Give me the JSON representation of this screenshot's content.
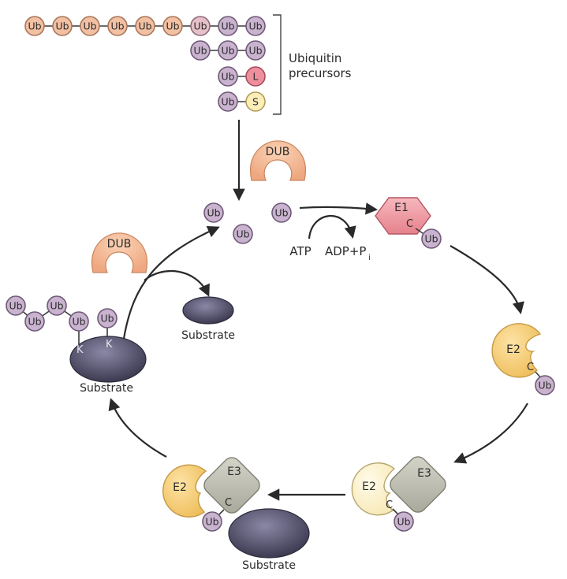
{
  "precursors": {
    "chain_ub_label": "Ub",
    "l_label": "L",
    "s_label": "S",
    "bracket_label_line1": "Ubiquitin",
    "bracket_label_line2": "precursors"
  },
  "enzymes": {
    "dub": "DUB",
    "e1": "E1",
    "e2": "E2",
    "e3": "E3",
    "cys": "C",
    "lys": "K"
  },
  "molecules": {
    "ubiquitin": "Ub",
    "substrate": "Substrate",
    "atp": "ATP",
    "adp": "ADP+P",
    "adp_subscript": "i"
  },
  "colors": {
    "ubiquitin": "#c9b3cf",
    "ubiquitin_fused_precursor": "#f2c0a3",
    "ribosomal_L": "#ee8f9d",
    "ribosomal_S": "#fbeeb9",
    "dub": "#f4b895",
    "e1": "#f0a0a8",
    "e2": "#f6cf7c",
    "e3": "#bfbfb3",
    "substrate": "#454359"
  }
}
